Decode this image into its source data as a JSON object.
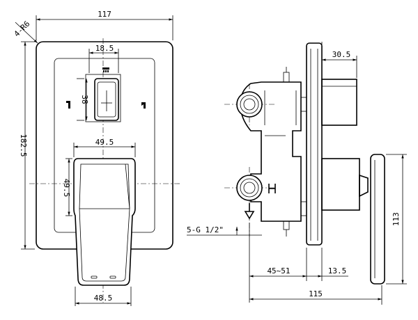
{
  "dimensions": {
    "total_width": "117",
    "corner_radius": "4-R6",
    "slot_width": "18.5",
    "slot_height": "38",
    "plate_height": "182.5",
    "handle_width_top": "49.5",
    "handle_height": "49.5",
    "handle_width_bottom": "48.5",
    "side_protrusion": "30.5",
    "thread": "5-G 1/2\"",
    "depth_range": "45~51",
    "plate_offset": "13.5",
    "total_depth": "115",
    "handle_plate_height": "113"
  },
  "icons": [
    "shower-head-icon",
    "bath-spout-left-icon",
    "bath-spout-right-icon",
    "outlet-arrow-icon"
  ]
}
